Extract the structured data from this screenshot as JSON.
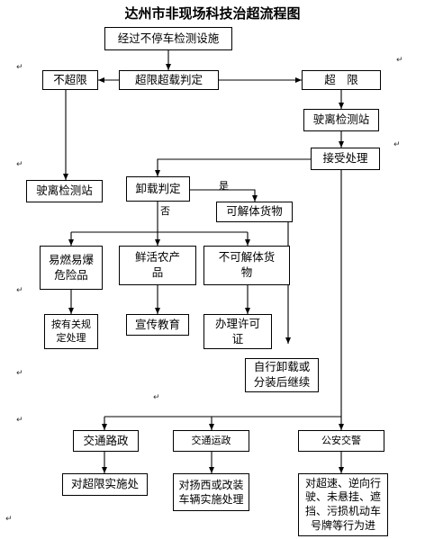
{
  "title": "达州市非现场科技治超流程图",
  "nodes": {
    "detect": "经过不停车检测设施",
    "judge": "超限超载判定",
    "not_over": "不超限",
    "over": "超　限",
    "station_right": "驶离检测站",
    "accept": "接受处理",
    "station_left": "驶离检测站",
    "unload_judge": "卸载判定",
    "dividable": "可解体货物",
    "hazard": "易燃易爆\n危险品",
    "fresh": "鲜活农产\n品",
    "indivisible": "不可解体货\n物",
    "hazard_action": "按有关规\n定处理",
    "fresh_action": "宣传教育",
    "permit": "办理许可\n证",
    "self_unload": "自行卸载或\n分装后继续",
    "road_admin": "交通路政",
    "transport": "交通运政",
    "police": "公安交警",
    "road_action": "对超限实施处",
    "transport_action": "对扬西或改装\n车辆实施处理",
    "police_action": "对超速、逆向行\n驶、未悬挂、遮\n挡、污损机动车\n号牌等行为进"
  },
  "edge_labels": {
    "yes": "是",
    "no": "否"
  }
}
